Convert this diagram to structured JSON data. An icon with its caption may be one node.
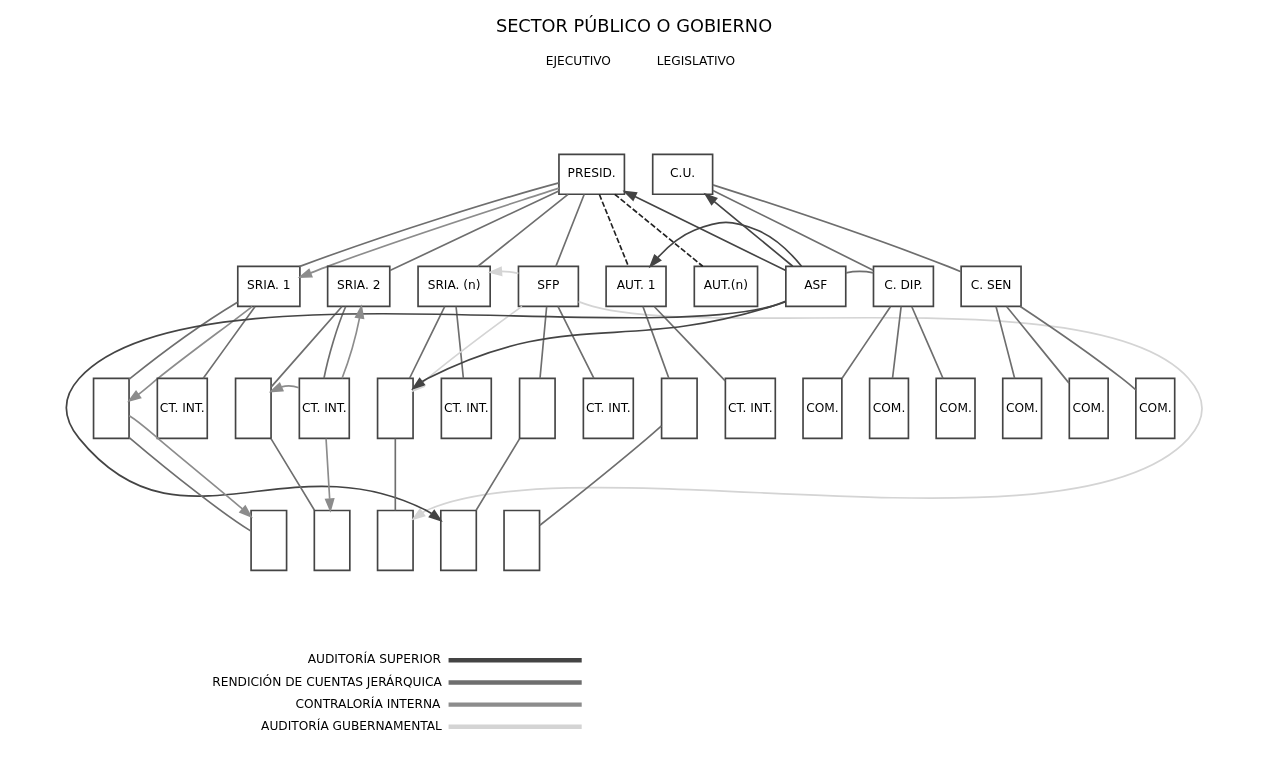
{
  "diagram": {
    "title": "SECTOR PÚBLICO O GOBIERNO",
    "nodes": [
      {
        "text": [
          "PRESID."
        ]
      },
      {
        "text": [
          "SRIA. 1"
        ]
      },
      {
        "text": [
          "SRIA. 2"
        ]
      },
      {
        "text": [
          "SRIA. (n)"
        ]
      },
      {
        "text": [
          "SFP"
        ]
      },
      {
        "text": [
          "AUT. 1"
        ]
      },
      {
        "text": [
          "AUT.(n)"
        ]
      },
      {
        "text": [
          "C.U."
        ]
      },
      {
        "text": [
          "C. DIP."
        ]
      },
      {
        "text": [
          "C. SEN"
        ]
      },
      {
        "text": [
          "ASF"
        ]
      },
      {
        "text": [],
        "shape": "box"
      },
      {
        "text": [
          "CT. INT."
        ]
      },
      {
        "text": [],
        "shape": "box"
      },
      {
        "text": [
          "CT. INT."
        ]
      },
      {
        "text": [],
        "shape": "box"
      },
      {
        "text": [
          "CT. INT."
        ]
      },
      {
        "text": [],
        "shape": "box"
      },
      {
        "text": [
          "CT. INT."
        ]
      },
      {
        "text": [],
        "shape": "box"
      },
      {
        "text": [
          "CT. INT."
        ]
      },
      {
        "text": [
          "COM."
        ]
      },
      {
        "text": [
          "COM."
        ]
      },
      {
        "text": [
          "COM."
        ]
      },
      {
        "text": [
          "COM."
        ]
      },
      {
        "text": [
          "COM."
        ]
      },
      {
        "text": [
          "COM."
        ]
      },
      {
        "text": [],
        "shape": "box"
      },
      {
        "text": [],
        "shape": "box"
      },
      {
        "text": [],
        "shape": "box"
      },
      {
        "text": [],
        "shape": "box"
      },
      {
        "text": [],
        "shape": "box"
      }
    ],
    "edges": [
      {
        "from": 0,
        "to": 1,
        "arrow": "none"
      },
      {
        "from": 0,
        "to": 2,
        "arrow": "none"
      },
      {
        "from": 0,
        "to": 3,
        "arrow": "none"
      },
      {
        "from": 0,
        "to": 4,
        "arrow": "none"
      },
      {
        "from": 0,
        "to": 5,
        "arrow": "none",
        "style": "dashed",
        "color": "#222222"
      },
      {
        "from": 0,
        "to": 6,
        "arrow": "none",
        "style": "dashed",
        "color": "#222222"
      },
      {
        "from": 1,
        "to": 11,
        "arrow": "none"
      },
      {
        "from": 1,
        "to": 12,
        "arrow": "none"
      },
      {
        "from": 2,
        "to": 13,
        "arrow": "none"
      },
      {
        "from": 2,
        "to": 14,
        "arrow": "none"
      },
      {
        "from": 3,
        "to": 15,
        "arrow": "none"
      },
      {
        "from": 3,
        "to": 16,
        "arrow": "none"
      },
      {
        "from": 4,
        "to": 17,
        "arrow": "none"
      },
      {
        "from": 4,
        "to": 18,
        "arrow": "none"
      },
      {
        "from": 5,
        "to": 19,
        "arrow": "none"
      },
      {
        "from": 5,
        "to": 20,
        "arrow": "none"
      },
      {
        "from": 11,
        "to": 27,
        "arrow": "none"
      },
      {
        "from": 13,
        "to": 28,
        "arrow": "none"
      },
      {
        "from": 15,
        "to": 29,
        "arrow": "none"
      },
      {
        "from": 17,
        "to": 30,
        "arrow": "none"
      },
      {
        "from": 19,
        "to": 31,
        "arrow": "none"
      },
      {
        "from": 7,
        "to": 8,
        "arrow": "none"
      },
      {
        "from": 7,
        "to": 9,
        "arrow": "none"
      },
      {
        "from": 8,
        "to": 21,
        "arrow": "none"
      },
      {
        "from": 8,
        "to": 22,
        "arrow": "none"
      },
      {
        "from": 8,
        "to": 23,
        "arrow": "none"
      },
      {
        "from": 9,
        "to": 24,
        "arrow": "none"
      },
      {
        "from": 9,
        "to": 25,
        "arrow": "none"
      },
      {
        "from": 9,
        "to": 26,
        "arrow": "none"
      },
      {
        "from": 10,
        "to": 8,
        "arrow": "none"
      },
      {
        "from": 0,
        "to": 1,
        "arrow": "to",
        "color": "#8c8c8c"
      },
      {
        "from": 1,
        "to": 11,
        "arrow": "to",
        "color": "#8c8c8c"
      },
      {
        "from": 11,
        "to": 27,
        "arrow": "to",
        "color": "#8c8c8c"
      },
      {
        "from": 14,
        "to": 13,
        "arrow": "to",
        "color": "#8c8c8c"
      },
      {
        "from": 14,
        "to": 2,
        "arrow": "to",
        "color": "#8c8c8c"
      },
      {
        "from": 14,
        "to": 28,
        "arrow": "to",
        "color": "#8c8c8c"
      },
      {
        "from": 4,
        "to": 3,
        "arrow": "to",
        "color": "#d4d4d4"
      },
      {
        "from": 4,
        "to": 15,
        "arrow": "to",
        "color": "#d4d4d4"
      },
      {
        "from": 4,
        "to": 29,
        "arrow": "to",
        "color": "#d4d4d4"
      },
      {
        "from": 10,
        "to": 0,
        "arrow": "to",
        "color": "#444444"
      },
      {
        "from": 10,
        "to": 5,
        "arrow": "to",
        "color": "#444444"
      },
      {
        "from": 10,
        "to": 15,
        "arrow": "to",
        "color": "#444444"
      },
      {
        "from": 10,
        "to": 30,
        "arrow": "to",
        "color": "#444444"
      },
      {
        "from": 10,
        "to": 7,
        "arrow": "to",
        "color": "#444444"
      }
    ],
    "labels": [
      "EJECUTIVO",
      "LEGISLATIVO"
    ],
    "legend": [
      {
        "text": "AUDITORÍA SUPERIOR",
        "color": "#444444"
      },
      {
        "text": "RENDICIÓN DE CUENTAS JERÁRQUICA",
        "color": "#6e6e6e"
      },
      {
        "text": "CONTRALORÍA INTERNA",
        "color": "#8c8c8c"
      },
      {
        "text": "AUDITORÍA GUBERNAMENTAL",
        "color": "#d4d4d4"
      }
    ]
  }
}
